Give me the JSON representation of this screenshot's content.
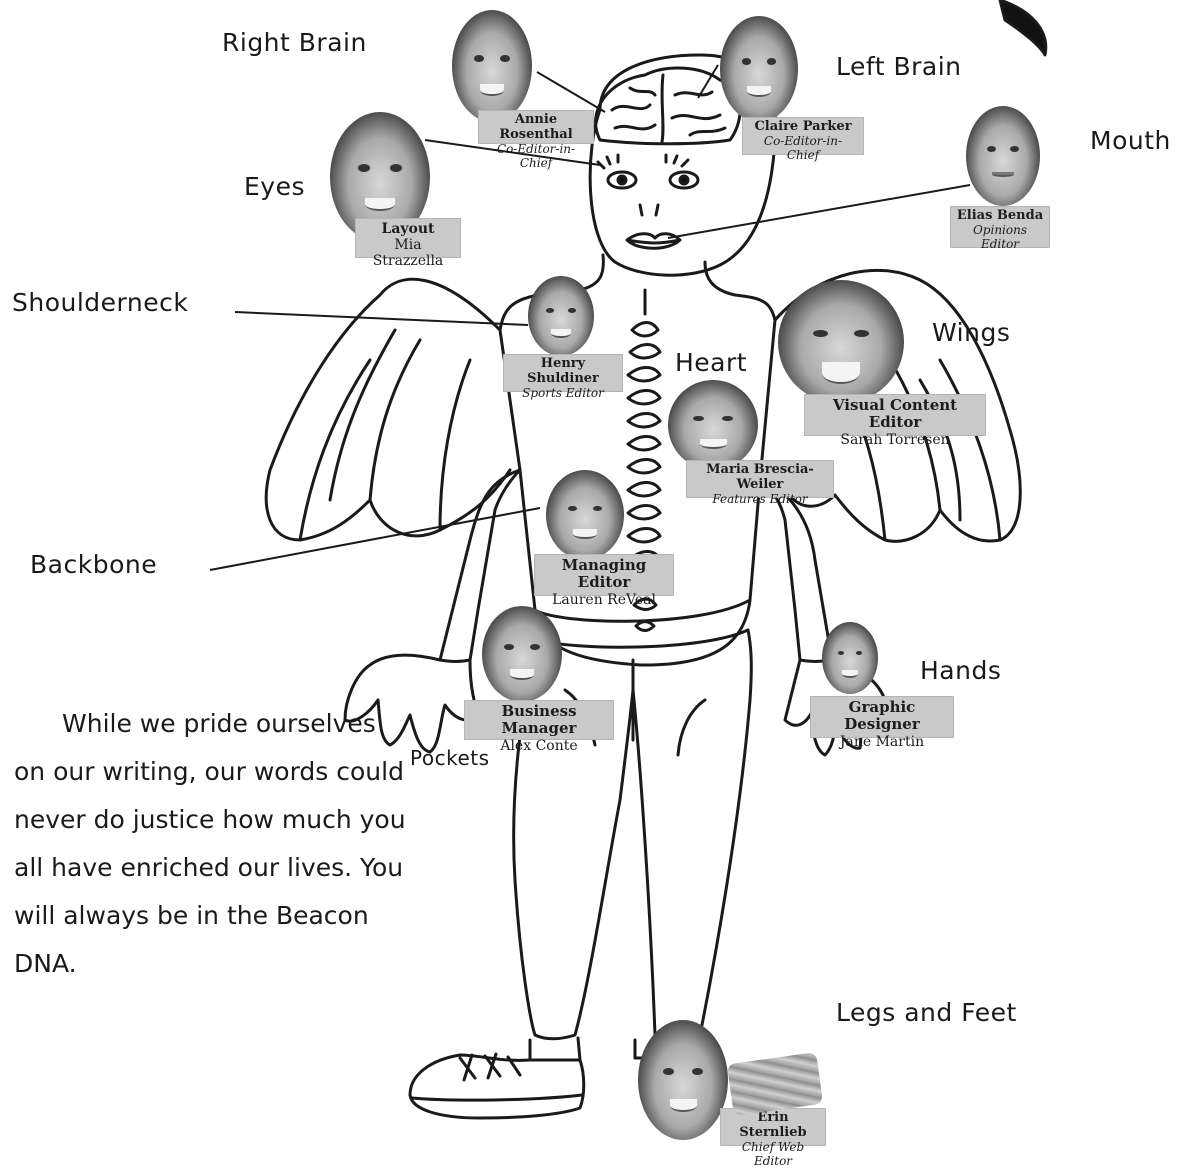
{
  "labels": {
    "right_brain": "Right Brain",
    "left_brain": "Left Brain",
    "mouth": "Mouth",
    "eyes": "Eyes",
    "shoulderneck": "Shoulderneck",
    "wings": "Wings",
    "heart": "Heart",
    "backbone": "Backbone",
    "hands": "Hands",
    "pockets": "Pockets",
    "legs_and_feet": "Legs and Feet"
  },
  "tags": {
    "annie": {
      "name": "Annie Rosenthal",
      "role": "Co-Editor-in-Chief"
    },
    "claire": {
      "name": "Claire Parker",
      "role": "Co-Editor-in-Chief"
    },
    "elias": {
      "name": "Elias Benda",
      "role": "Opinions Editor"
    },
    "mia": {
      "title": "Layout",
      "name": "Mia Strazzella"
    },
    "henry": {
      "name": "Henry Shuldiner",
      "role": "Sports Editor"
    },
    "sarah": {
      "title": "Visual Content Editor",
      "name": "Sarah Torresen"
    },
    "maria": {
      "name": "Maria Brescia-Weiler",
      "role": "Features Editor"
    },
    "lauren": {
      "title": "Managing Editor",
      "name": "Lauren ReVeal"
    },
    "alex": {
      "title": "Business Manager",
      "name": "Alex Conte"
    },
    "jane": {
      "title": "Graphic Designer",
      "name": "Jane Martin"
    },
    "erin": {
      "name": "Erin Sternlieb",
      "role": "Chief Web Editor"
    }
  },
  "message": "While we pride ourselves on our writing, our words could never do justice how much you all have enriched our lives. You will always be in the Beacon DNA."
}
